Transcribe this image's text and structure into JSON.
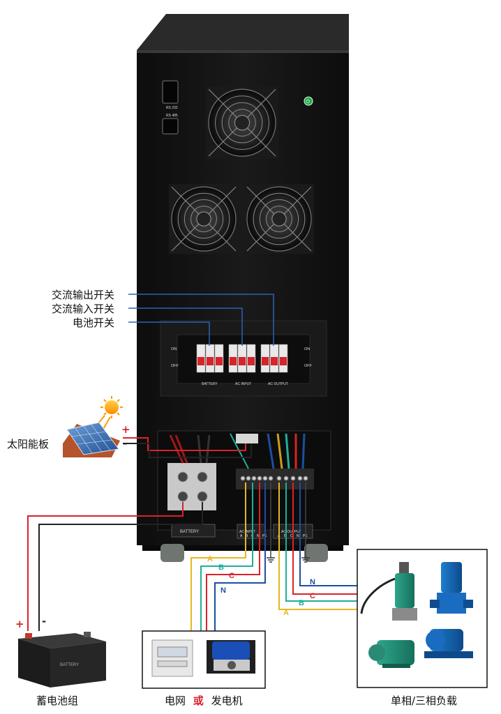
{
  "callouts": {
    "ac_output_switch": "交流输出开关",
    "ac_input_switch": "交流输入开关",
    "battery_switch": "电池开关"
  },
  "components": {
    "solar_panel": "太阳能板",
    "battery_bank": "蓄电池组",
    "grid": "电网",
    "or_word": "或",
    "generator": "发电机",
    "load": "单相/三相负载"
  },
  "panel_text": {
    "rs232": "RS 232",
    "rs485": "RS 485",
    "on": "ON",
    "off": "OFF",
    "battery": "BATTERY",
    "ac_input": "AC INPUT",
    "ac_output": "AC OUTPUT",
    "battery_terminal": "BATTERY",
    "ac_input_terminal": "AC INPUT",
    "ac_output_terminal": "AC OUTPUT"
  },
  "terminal_letters": {
    "input": [
      "A",
      "B",
      "C",
      "N",
      "PE"
    ],
    "output": [
      "A",
      "B",
      "C",
      "N",
      "PE"
    ]
  },
  "polarity": {
    "plus": "+",
    "minus": "-"
  },
  "wire_labels": {
    "a": "A",
    "b": "B",
    "c": "C",
    "n": "N"
  },
  "colors": {
    "phase_a": "#e6b81f",
    "phase_b": "#1fae9a",
    "phase_c": "#d8232a",
    "neutral": "#1c4fa3",
    "positive": "#d8232a",
    "negative": "#222222",
    "callout_line": "#2b63b5",
    "cabinet": "#141414"
  }
}
